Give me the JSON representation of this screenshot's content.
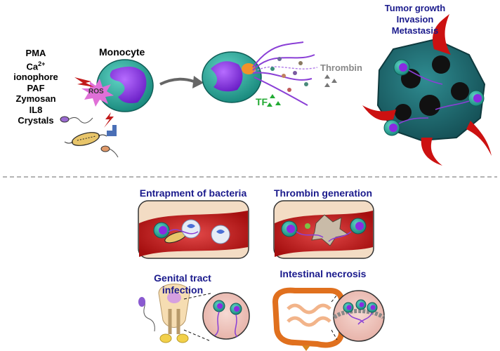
{
  "stimuli": [
    "PMA",
    "Ca",
    "2+",
    "ionophore",
    "PAF",
    "Zymosan",
    "IL8",
    "Crystals"
  ],
  "labels": {
    "monocyte": "Monocyte",
    "ros": "ROS",
    "tf": "TF",
    "thrombin": "Thrombin",
    "tumor": [
      "Tumor growth",
      "Invasion",
      "Metastasis"
    ]
  },
  "panels": {
    "entrapment": "Entrapment of bacteria",
    "thrombin_gen": "Thrombin generation",
    "genital": [
      "Genital tract",
      "infection"
    ],
    "intestinal": "Intestinal necrosis"
  },
  "colors": {
    "navy": "#1a1a8c",
    "teal": "#2aa89a",
    "purple": "#8a2be2",
    "red": "#cc1111",
    "tumor": "#1e6b70",
    "green": "#22aa33",
    "grey": "#888888"
  }
}
